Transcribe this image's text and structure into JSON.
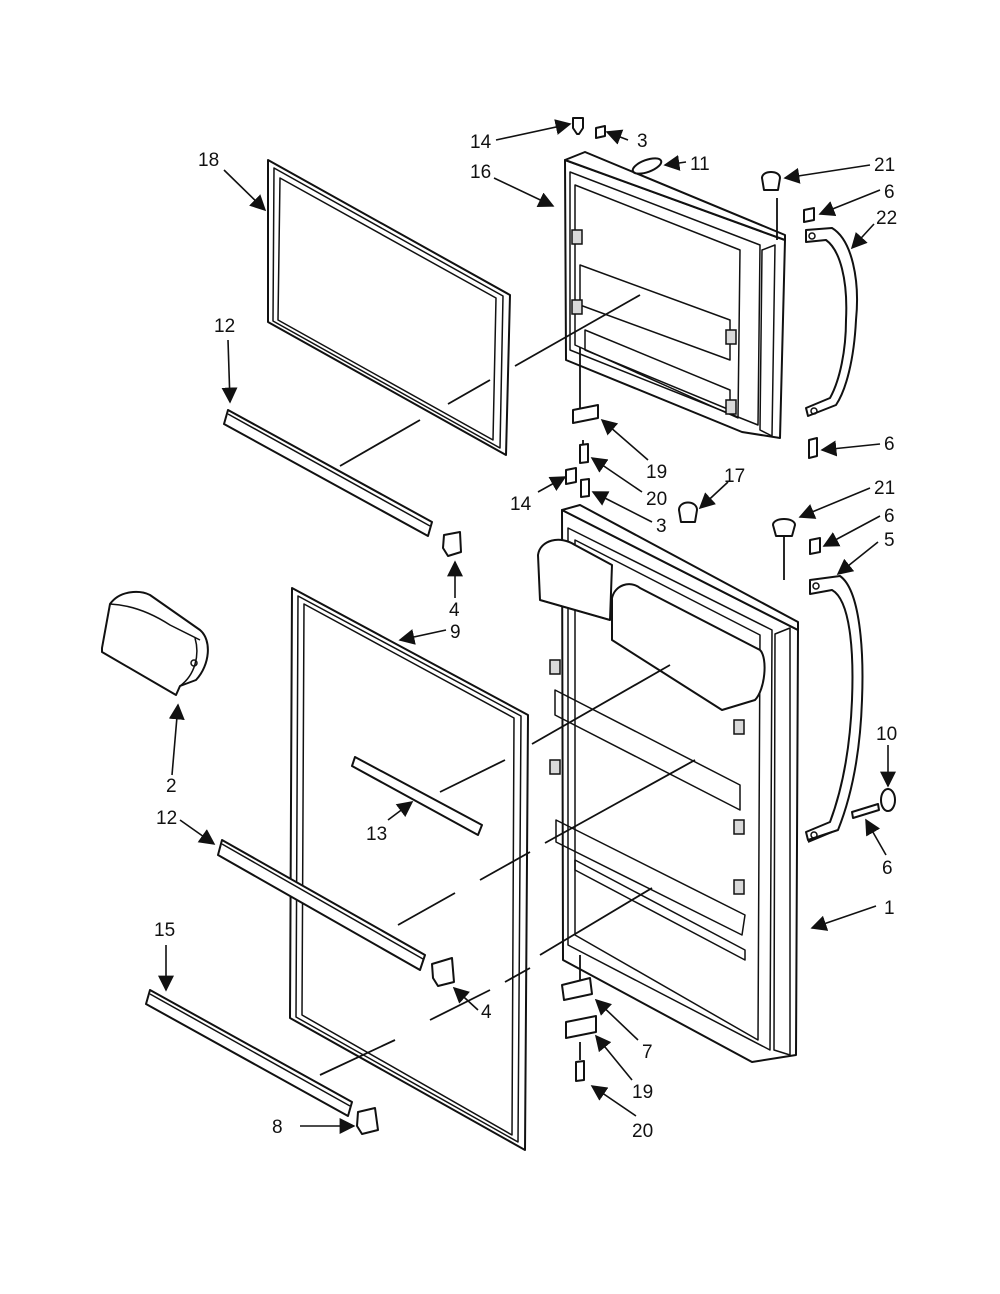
{
  "callouts": [
    {
      "id": "c14a",
      "text": "14"
    },
    {
      "id": "c3a",
      "text": "3"
    },
    {
      "id": "c11",
      "text": "11"
    },
    {
      "id": "c16",
      "text": "16"
    },
    {
      "id": "c18",
      "text": "18"
    },
    {
      "id": "c21a",
      "text": "21"
    },
    {
      "id": "c6a",
      "text": "6"
    },
    {
      "id": "c22",
      "text": "22"
    },
    {
      "id": "c12a",
      "text": "12"
    },
    {
      "id": "c6b",
      "text": "6"
    },
    {
      "id": "c19a",
      "text": "19"
    },
    {
      "id": "c17",
      "text": "17"
    },
    {
      "id": "c20a",
      "text": "20"
    },
    {
      "id": "c14b",
      "text": "14"
    },
    {
      "id": "c21b",
      "text": "21"
    },
    {
      "id": "c3b",
      "text": "3"
    },
    {
      "id": "c6c",
      "text": "6"
    },
    {
      "id": "c5",
      "text": "5"
    },
    {
      "id": "c4a",
      "text": "4"
    },
    {
      "id": "c9",
      "text": "9"
    },
    {
      "id": "c10",
      "text": "10"
    },
    {
      "id": "c2",
      "text": "2"
    },
    {
      "id": "c12b",
      "text": "12"
    },
    {
      "id": "c13",
      "text": "13"
    },
    {
      "id": "c6d",
      "text": "6"
    },
    {
      "id": "c1",
      "text": "1"
    },
    {
      "id": "c15",
      "text": "15"
    },
    {
      "id": "c4b",
      "text": "4"
    },
    {
      "id": "c7",
      "text": "7"
    },
    {
      "id": "c19b",
      "text": "19"
    },
    {
      "id": "c8",
      "text": "8"
    },
    {
      "id": "c20b",
      "text": "20"
    }
  ]
}
